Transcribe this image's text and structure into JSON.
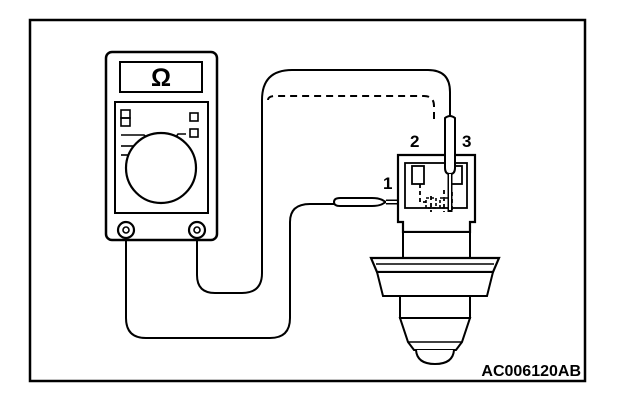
{
  "meter": {
    "unit_symbol": "Ω"
  },
  "terminals": {
    "t1": "1",
    "t2": "2",
    "t3": "3"
  },
  "part_code": "AC006120AB"
}
